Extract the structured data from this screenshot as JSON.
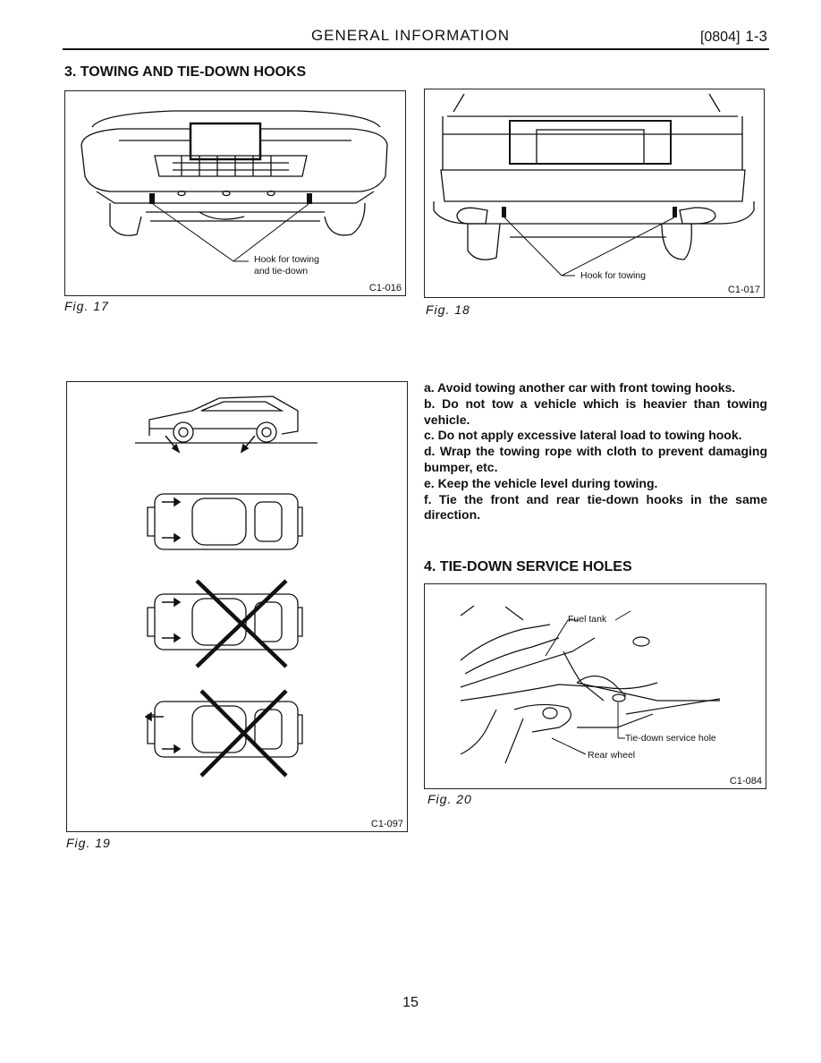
{
  "header": {
    "title": "GENERAL INFORMATION",
    "code": "[0804]",
    "section": "1-3"
  },
  "section3": {
    "title": "3. TOWING AND TIE-DOWN HOOKS"
  },
  "fig17": {
    "callout": [
      "Hook for towing",
      "and tie-down"
    ],
    "code": "C1-016",
    "caption": "Fig. 17"
  },
  "fig18": {
    "callout": "Hook for towing",
    "code": "C1-017",
    "caption": "Fig. 18"
  },
  "fig19": {
    "code": "C1-097",
    "caption": "Fig. 19"
  },
  "instructions": [
    "a. Avoid towing another car with front towing hooks.",
    "b. Do not tow a vehicle which is heavier than towing vehicle.",
    "c. Do not apply excessive lateral load to towing hook.",
    "d. Wrap the towing rope with cloth to prevent damaging bumper, etc.",
    "e. Keep the vehicle level during towing.",
    "f. Tie the front and rear tie-down hooks in the same direction."
  ],
  "section4": {
    "title": "4. TIE-DOWN SERVICE HOLES"
  },
  "fig20": {
    "labels": {
      "fuel_tank": "Fuel tank",
      "tie_down": "Tie-down service hole",
      "rear_wheel": "Rear wheel"
    },
    "code": "C1-084",
    "caption": "Fig. 20"
  },
  "page_number": "15"
}
